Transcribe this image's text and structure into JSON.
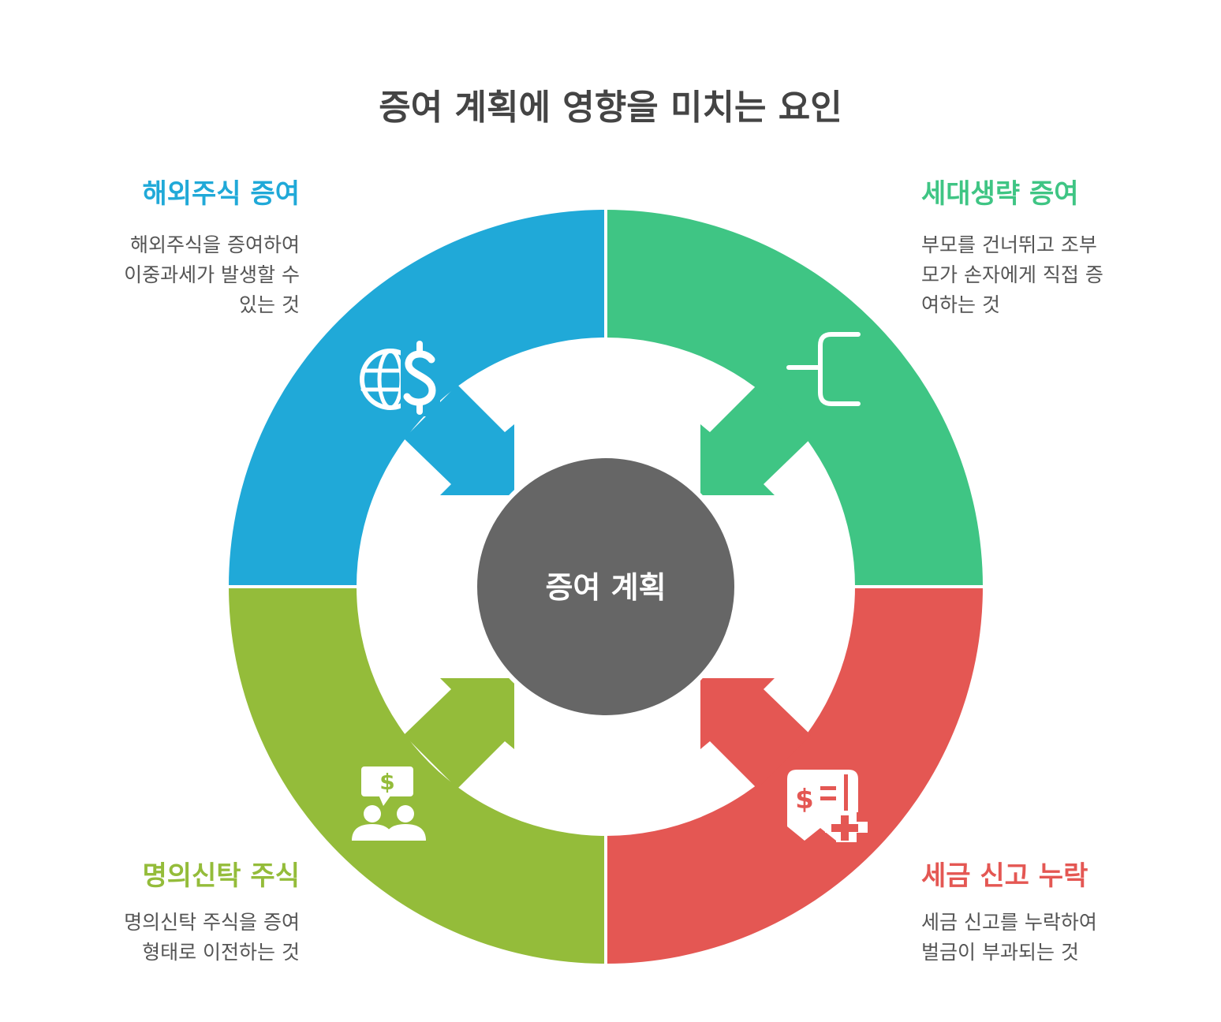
{
  "title": "증여 계획에 영향을 미치는 요인",
  "center": {
    "label": "증여 계획",
    "color": "#666666"
  },
  "quadrants": {
    "top_left": {
      "heading": "해외주식 증여",
      "desc_lines": [
        "해외주식을 증여하여",
        "이중과세가 발생할 수",
        "있는 것"
      ],
      "color": "#20A9D8",
      "icon": "globe-dollar-icon"
    },
    "top_right": {
      "heading": "세대생략 증여",
      "desc_lines": [
        "부모를 건너뛰고 조부",
        "모가 손자에게 직접 증",
        "여하는 것"
      ],
      "color": "#3FC584",
      "icon": "generation-skip-icon"
    },
    "bottom_left": {
      "heading": "명의신탁 주식",
      "desc_lines": [
        "명의신탁 주식을 증여",
        "형태로 이전하는 것"
      ],
      "color": "#94BC3A",
      "icon": "people-dollar-icon"
    },
    "bottom_right": {
      "heading": "세금 신고 누락",
      "desc_lines": [
        "세금 신고를 누락하여",
        "벌금이 부과되는 것"
      ],
      "color": "#E45753",
      "icon": "tax-receipt-icon"
    }
  }
}
